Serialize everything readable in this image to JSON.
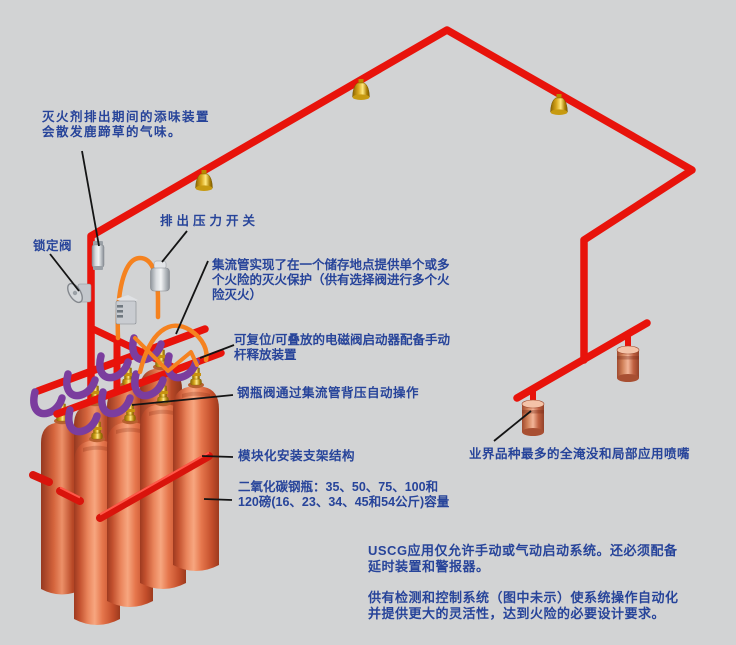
{
  "colors": {
    "background": "#d2d3d4",
    "pipe_red": "#e8130b",
    "label_blue": "#27449a",
    "callout_black": "#141414",
    "hose_purple": "#7b3d9e",
    "tube_orange": "#f5821f",
    "brass_gold": "#e0b224",
    "copper_nozzle": "#d98a68",
    "cylinder_orange": "#e06a40",
    "device_gray": "#c6c9ce"
  },
  "labels": {
    "odorizer": {
      "lines": [
        "灭火剂排出期间的添味装置",
        "会散发鹿蹄草的气味。"
      ]
    },
    "lockout_valve": {
      "text": "锁定阀"
    },
    "pressure_switch": {
      "text": "排出压力开关"
    },
    "manifold": {
      "lines": [
        "集流管实现了在一个储存地点提供单个或多",
        "个火险的灭火保护（供有选择阀进行多个火",
        "险灭火）"
      ]
    },
    "actuator": {
      "lines": [
        "可复位/可叠放的电磁阀启动器配备手动",
        "杆释放装置"
      ]
    },
    "cylinder_valve": {
      "text": "钢瓶阀通过集流管背压自动操作"
    },
    "mounting_bracket": {
      "text": "模块化安装支架结构"
    },
    "co2_cylinders": {
      "lines": [
        "二氧化碳钢瓶：35、50、75、100和",
        "120磅(16、23、34、45和54公斤)容量"
      ]
    },
    "nozzles": {
      "text": "业界品种最多的全淹没和局部应用喷嘴"
    }
  },
  "notes": {
    "uscg": {
      "lines": [
        "USCG应用仅允许手动或气动启动系统。还必须配备",
        "延时装置和警报器。"
      ]
    },
    "detection": {
      "lines": [
        "供有检测和控制系统（图中未示）使系统操作自动化",
        "并提供更大的灵活性，达到火险的必要设计要求。"
      ]
    }
  }
}
